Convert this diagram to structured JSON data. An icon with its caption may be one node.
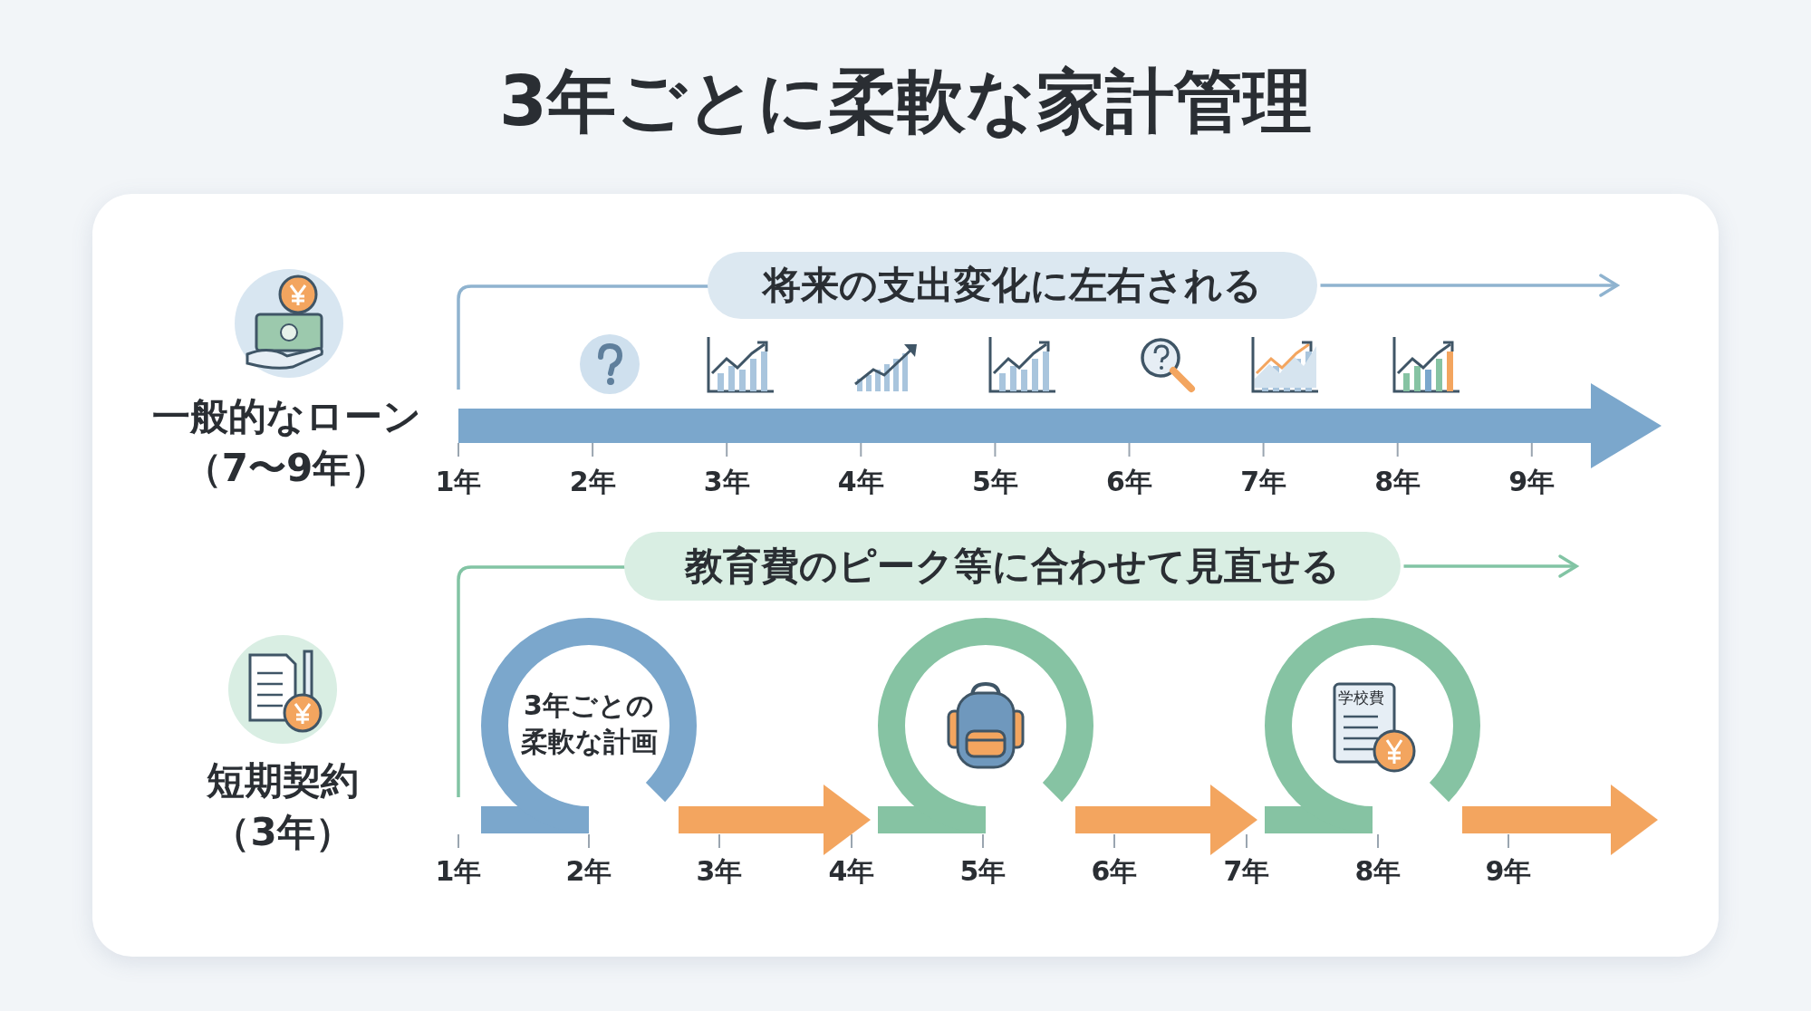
{
  "diagram": {
    "title": "3年ごとに柔軟な家計管理",
    "nodes": [
      {
        "text": [
          "将来の支出変化に左右される"
        ]
      },
      {
        "text": [
          "教育費のピーク等に合わせて見直せる"
        ]
      },
      {
        "text": [
          "3年ごとの柔軟な計画"
        ]
      },
      {
        "text": [],
        "shape": "circle"
      },
      {
        "text": [
          "学校費"
        ]
      }
    ],
    "edges": [
      {
        "from": 0,
        "to": null,
        "arrow": "to",
        "color": "#8fb3cf"
      },
      {
        "from": 1,
        "to": null,
        "arrow": "to",
        "color": "#82c4a4"
      },
      {
        "from": 2,
        "to": 3,
        "arrow": "to",
        "color": "#f3a55f"
      },
      {
        "from": 3,
        "to": 4,
        "arrow": "to",
        "color": "#f3a55f"
      },
      {
        "from": 4,
        "to": null,
        "arrow": "to",
        "color": "#f3a55f"
      }
    ],
    "labels": [
      "一般的なローン（7〜9年）",
      "1年",
      "2年",
      "3年",
      "4年",
      "5年",
      "6年",
      "7年",
      "8年",
      "9年",
      "短期契約（3年）",
      "1年",
      "2年",
      "3年",
      "4年",
      "5年",
      "6年",
      "7年",
      "8年",
      "9年"
    ]
  }
}
